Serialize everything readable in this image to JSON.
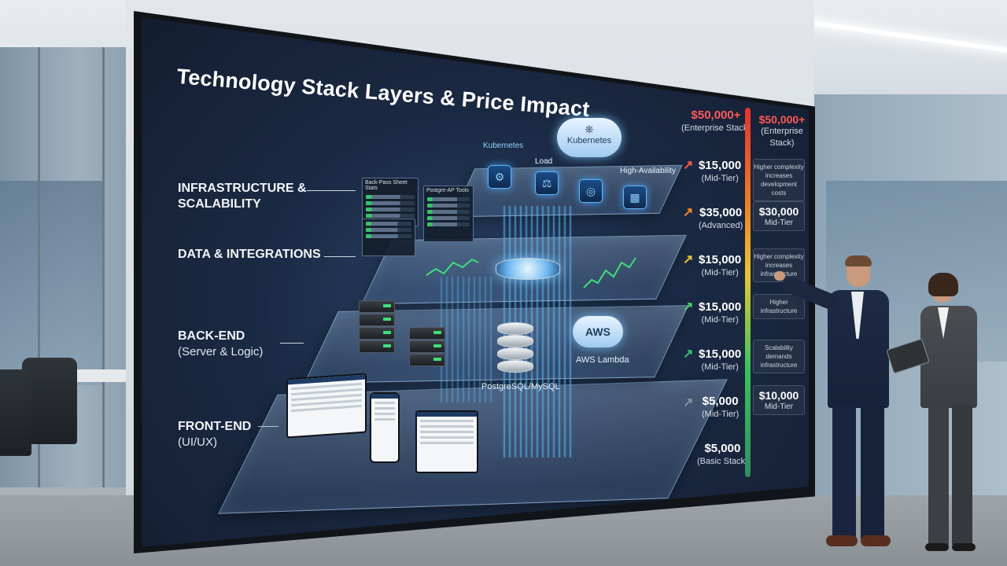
{
  "title": "Technology Stack Layers & Price Impact",
  "layers": [
    {
      "label": "INFRASTRUCTURE &",
      "label2": "SCALABILITY"
    },
    {
      "label": "DATA & INTEGRATIONS"
    },
    {
      "label": "BACK-END",
      "sub": "(Server & Logic)"
    },
    {
      "label": "FRONT-END",
      "sub": "(UI/UX)"
    }
  ],
  "diagram_labels": {
    "kubernetes_left": "Kubernetes",
    "kubernetes_cloud": "Kubernetes",
    "load": "Load",
    "high_availability": "High-Availability",
    "aws_badge": "AWS",
    "aws_lambda": "AWS Lambda",
    "database": "PostgreSQL/MySQL",
    "panel_1": "Back-Pass Sheet Stats",
    "panel_2": "Postgre-AP Tools"
  },
  "price_left": [
    {
      "amount": "$50,000+",
      "tier": "(Enterprise Stack)",
      "color": "#ff5a5a",
      "trend": ""
    },
    {
      "amount": "$15,000",
      "tier": "(Mid-Tier)",
      "color": "#ff5a4a",
      "trend": "↗"
    },
    {
      "amount": "$35,000",
      "tier": "(Advanced)",
      "color": "#ff8a2a",
      "trend": "↗"
    },
    {
      "amount": "$15,000",
      "tier": "(Mid-Tier)",
      "color": "#f2c531",
      "trend": "↗"
    },
    {
      "amount": "$15,000",
      "tier": "(Mid-Tier)",
      "color": "#4fd26a",
      "trend": "↗"
    },
    {
      "amount": "$15,000",
      "tier": "(Mid-Tier)",
      "color": "#36c46a",
      "trend": "↗"
    },
    {
      "amount": "$5,000",
      "tier": "(Mid-Tier)",
      "color": "#8893a0",
      "trend": "↗"
    },
    {
      "amount": "$5,000",
      "tier": "(Basic Stack)",
      "color": "#ffffff",
      "trend": ""
    }
  ],
  "price_right": [
    {
      "amount": "$50,000+",
      "tier": "(Enterprise Stack)"
    },
    {
      "note": "Higher complexity increases development costs"
    },
    {
      "amount": "$30,000",
      "tier": "Mid-Tier"
    },
    {
      "note": "Higher complexity increases infrastructure"
    },
    {
      "note": "Higher infrastructure"
    },
    {
      "note": "Scalability demands infrastructure"
    },
    {
      "amount": "$10,000",
      "tier": "Mid-Tier"
    }
  ]
}
